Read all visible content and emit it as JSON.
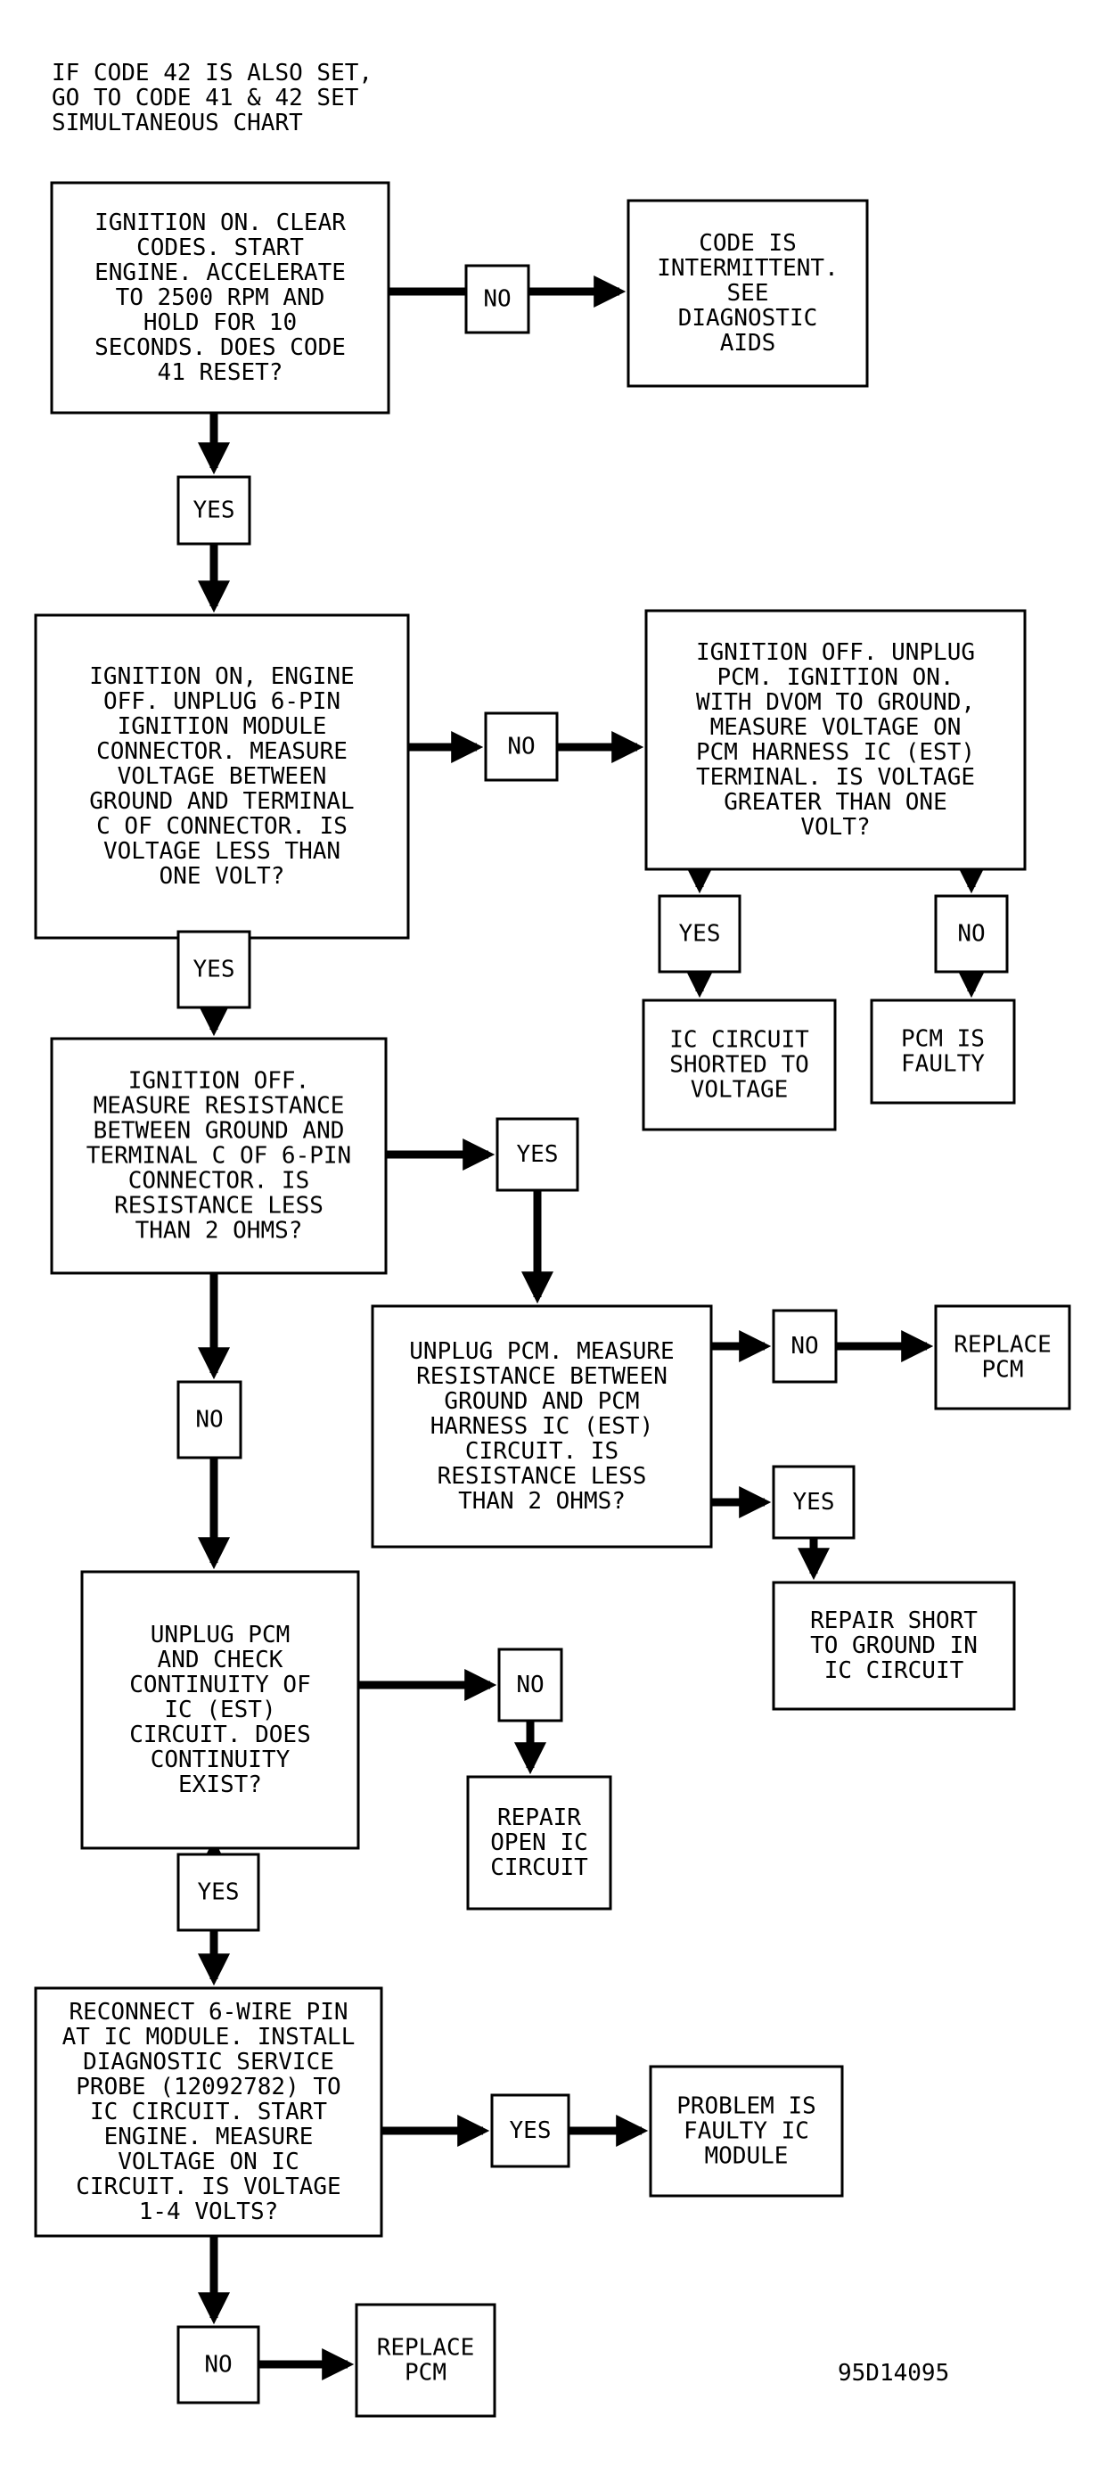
{
  "header_note": [
    "IF CODE 42 IS ALSO SET,",
    "GO TO CODE 41 & 42 SET",
    "SIMULTANEOUS CHART"
  ],
  "figure_id": "95D14095",
  "nodes": {
    "n1": [
      "IGNITION ON. CLEAR",
      "CODES. START",
      "ENGINE. ACCELERATE",
      "TO 2500 RPM AND",
      "HOLD FOR 10",
      "SECONDS. DOES CODE",
      "41 RESET?"
    ],
    "n1_no": [
      "NO"
    ],
    "n1_intermittent": [
      "CODE IS",
      "INTERMITTENT.",
      "SEE",
      "DIAGNOSTIC",
      "AIDS"
    ],
    "n1_yes": [
      "YES"
    ],
    "n2": [
      "IGNITION ON, ENGINE",
      "OFF. UNPLUG 6-PIN",
      "IGNITION MODULE",
      "CONNECTOR. MEASURE",
      "VOLTAGE BETWEEN",
      "GROUND AND TERMINAL",
      "C OF CONNECTOR. IS",
      "VOLTAGE LESS THAN",
      "ONE VOLT?"
    ],
    "n2_no": [
      "NO"
    ],
    "n3": [
      "IGNITION OFF. UNPLUG",
      "PCM. IGNITION ON.",
      "WITH DVOM TO GROUND,",
      "MEASURE VOLTAGE ON",
      "PCM HARNESS IC (EST)",
      "TERMINAL. IS VOLTAGE",
      "GREATER THAN ONE",
      "VOLT?"
    ],
    "n3_yes": [
      "YES"
    ],
    "n3_no": [
      "NO"
    ],
    "n3_shorted": [
      "IC CIRCUIT",
      "SHORTED TO",
      "VOLTAGE"
    ],
    "n3_pcm_faulty": [
      "PCM IS",
      "FAULTY"
    ],
    "n2_yes": [
      "YES"
    ],
    "n4": [
      "IGNITION OFF.",
      "MEASURE RESISTANCE",
      "BETWEEN GROUND AND",
      "TERMINAL C OF 6-PIN",
      "CONNECTOR. IS",
      "RESISTANCE LESS",
      "THAN 2 OHMS?"
    ],
    "n4_yes": [
      "YES"
    ],
    "n5": [
      "UNPLUG PCM. MEASURE",
      "RESISTANCE BETWEEN",
      "GROUND AND PCM",
      "HARNESS IC (EST)",
      "CIRCUIT. IS",
      "RESISTANCE LESS",
      "THAN 2 OHMS?"
    ],
    "n5_no": [
      "NO"
    ],
    "n5_replace_pcm": [
      "REPLACE",
      "PCM"
    ],
    "n5_yes": [
      "YES"
    ],
    "n5_repair_short": [
      "REPAIR SHORT",
      "TO GROUND IN",
      "IC CIRCUIT"
    ],
    "n4_no": [
      "NO"
    ],
    "n6": [
      "UNPLUG PCM",
      "AND CHECK",
      "CONTINUITY OF",
      "IC (EST)",
      "CIRCUIT. DOES",
      "CONTINUITY",
      "EXIST?"
    ],
    "n6_no": [
      "NO"
    ],
    "n6_repair_open": [
      "REPAIR",
      "OPEN IC",
      "CIRCUIT"
    ],
    "n6_yes": [
      "YES"
    ],
    "n7": [
      "RECONNECT 6-WIRE PIN",
      "AT IC MODULE. INSTALL",
      "DIAGNOSTIC SERVICE",
      "PROBE (12092782) TO",
      "IC CIRCUIT. START",
      "ENGINE. MEASURE",
      "VOLTAGE ON IC",
      "CIRCUIT. IS VOLTAGE",
      "1-4 VOLTS?"
    ],
    "n7_yes": [
      "YES"
    ],
    "n7_faulty_module": [
      "PROBLEM IS",
      "FAULTY IC",
      "MODULE"
    ],
    "n7_no": [
      "NO"
    ],
    "n7_replace_pcm": [
      "REPLACE",
      "PCM"
    ]
  }
}
